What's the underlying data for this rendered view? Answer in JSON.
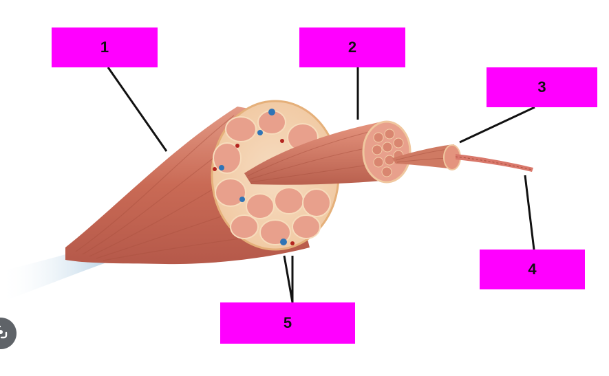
{
  "labels": [
    {
      "id": "1",
      "text": "1"
    },
    {
      "id": "2",
      "text": "2"
    },
    {
      "id": "3",
      "text": "3"
    },
    {
      "id": "4",
      "text": "4"
    },
    {
      "id": "5",
      "text": "5"
    }
  ],
  "colors": {
    "label_fill": "#ff00ff",
    "label_text": "#111111",
    "leader_line": "#111111",
    "muscle": "#c96a55",
    "muscle_dark": "#a84f3e",
    "muscle_light": "#e08c75",
    "sheath": "#f3c78f",
    "fascicle": "#e8a08c",
    "vein": "#2f74b6",
    "artery": "#b3241f",
    "tendon": "#b9d3e6"
  },
  "icons": {
    "overlay_button": "lens-icon"
  }
}
